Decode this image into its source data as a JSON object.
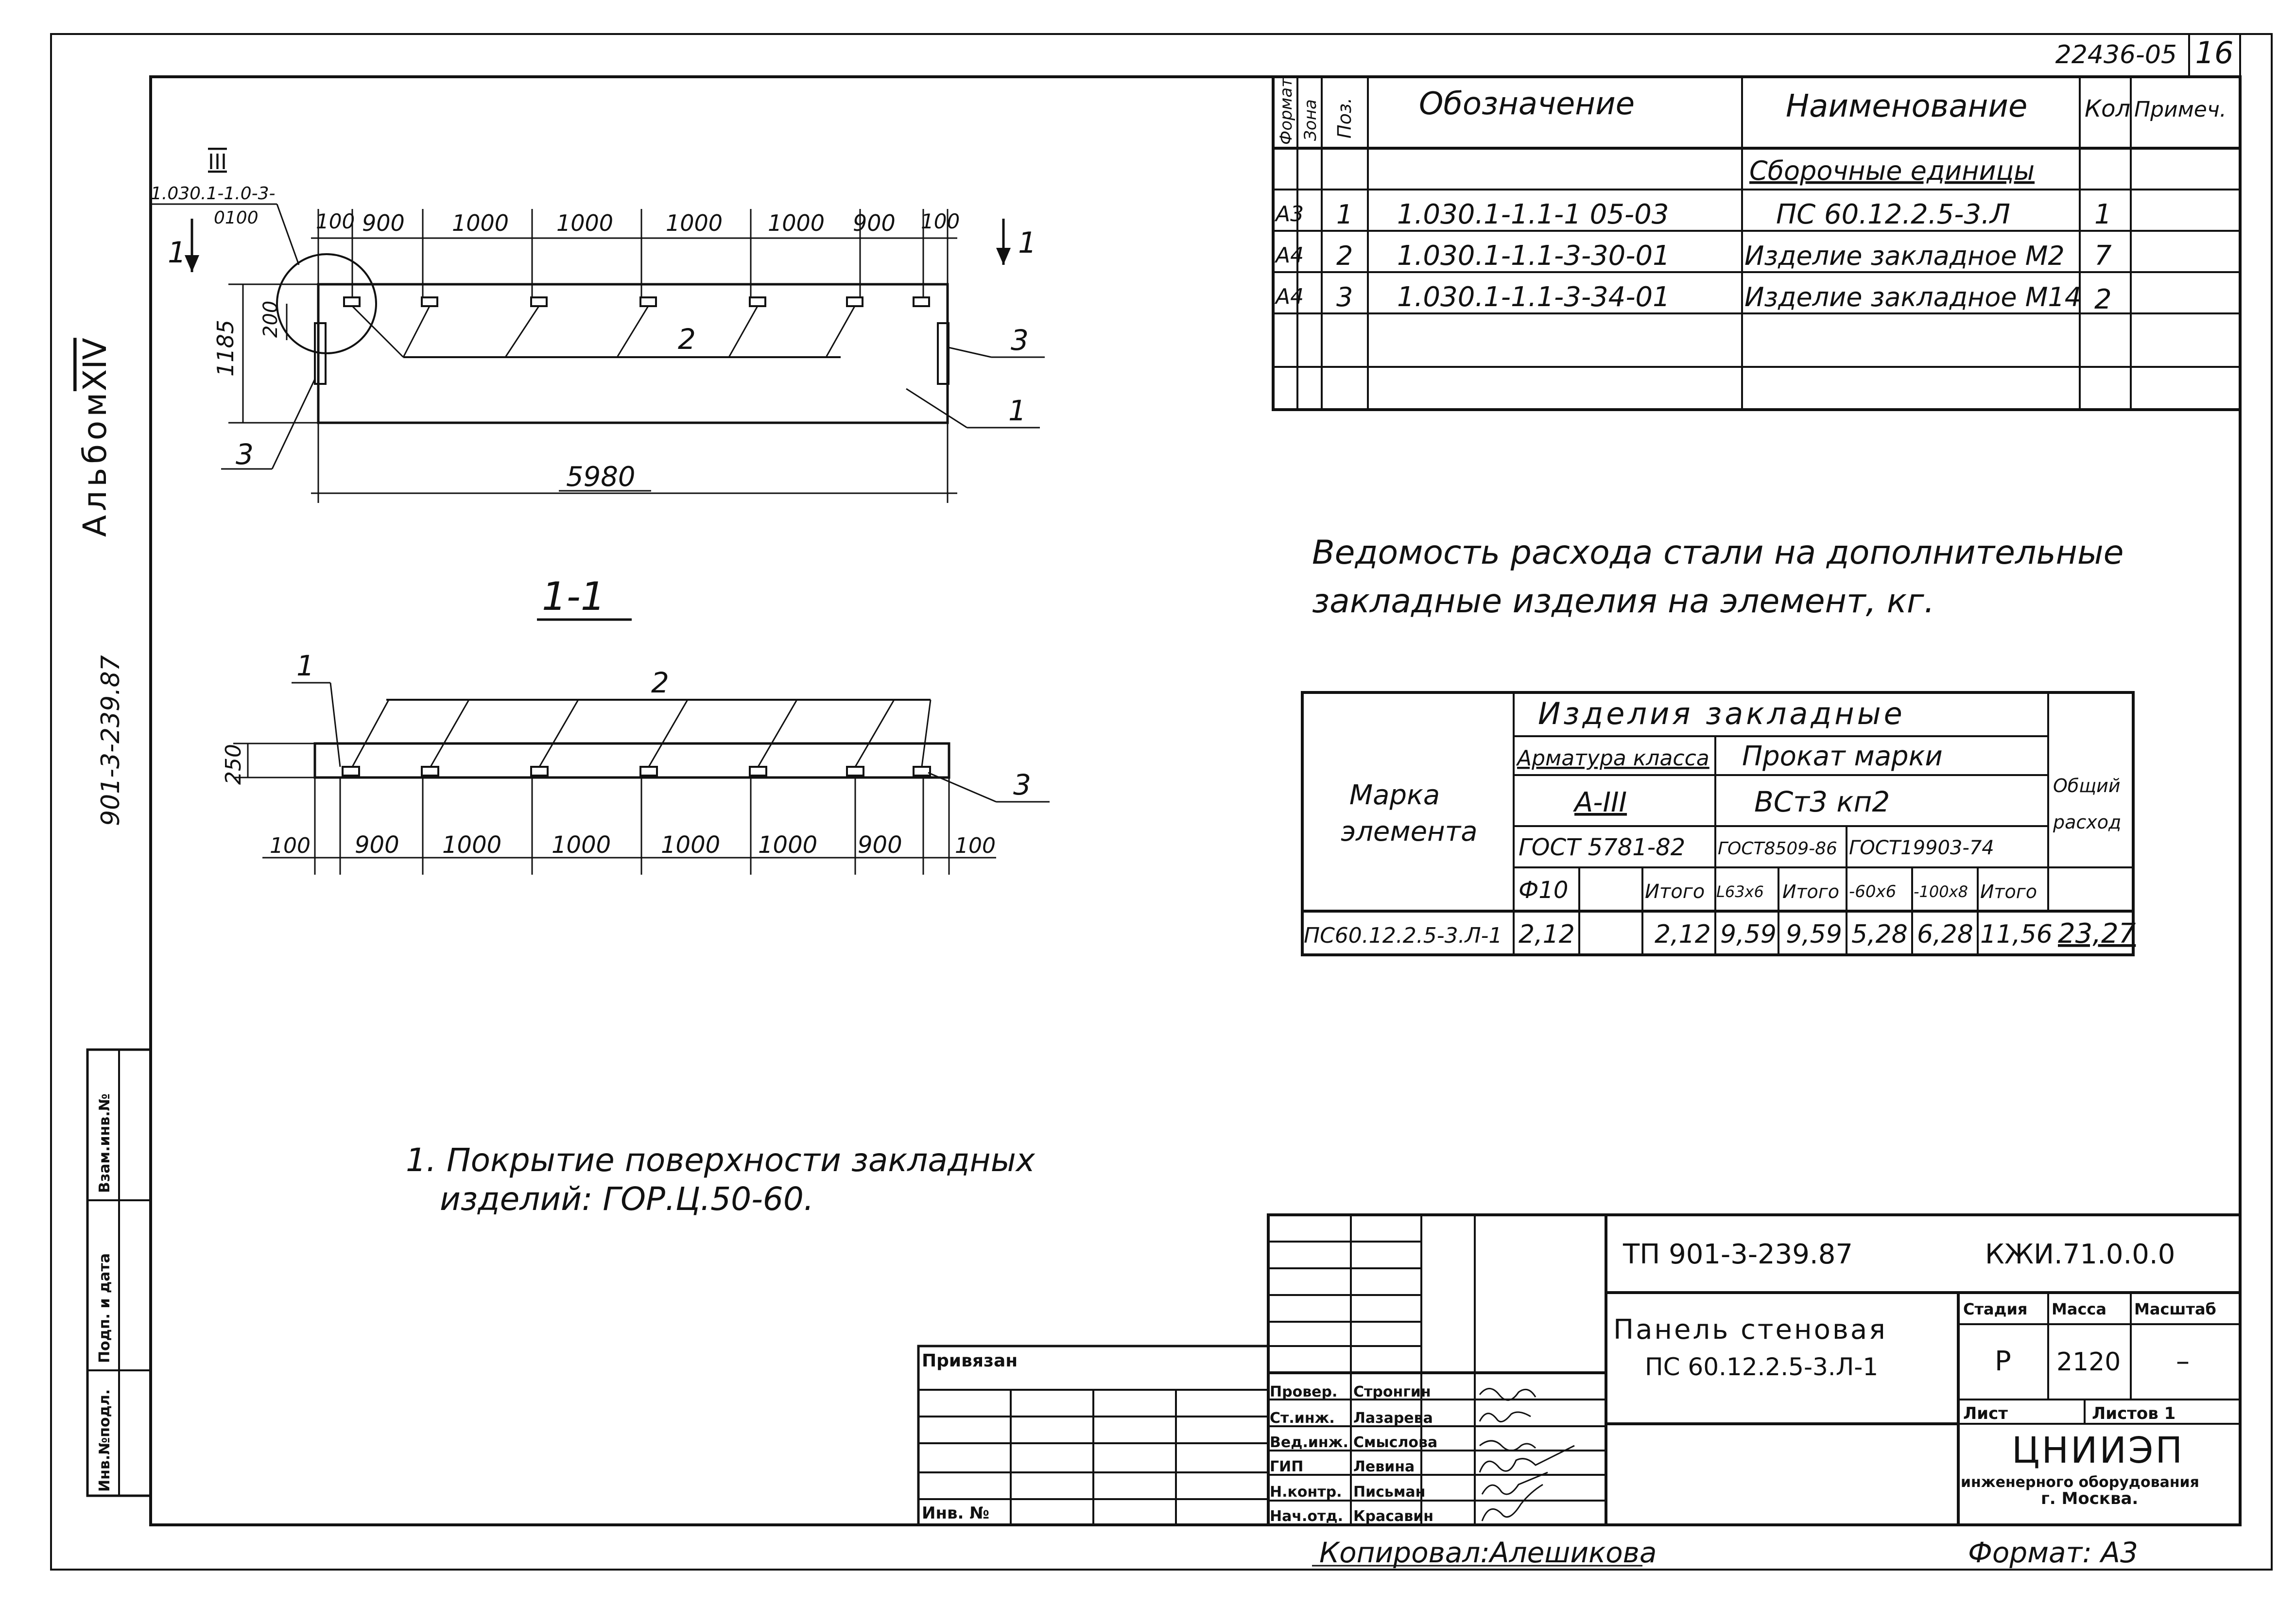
{
  "sheet": {
    "number": "16",
    "inventory_no": "22436-05",
    "album_label": "Альбом",
    "album_roman": "XIV",
    "side_code": "901-3-239.87",
    "copied_by": "Копировал:Алешикова",
    "format": "Формат: А3"
  },
  "plan": {
    "callout_roman": "III",
    "callout_ref_1": "1.030.1-1.0-3-",
    "callout_ref_2": "0100",
    "dims_top": [
      "100",
      "900",
      "1000",
      "1000",
      "1000",
      "1000",
      "900",
      "100"
    ],
    "height_1185": "1185",
    "height_200": "200",
    "length_5980": "5980",
    "pos_2": "2",
    "pos_3_right": "3",
    "pos_3_left": "3",
    "pos_1": "1",
    "section_mark_left": "1",
    "section_mark_right": "1"
  },
  "section": {
    "title": "1-1",
    "height_250": "250",
    "pos_1": "1",
    "pos_2": "2",
    "pos_3": "3",
    "dims_bottom": [
      "100",
      "900",
      "1000",
      "1000",
      "1000",
      "1000",
      "900",
      "100"
    ]
  },
  "spec": {
    "headers": [
      "Формат",
      "Зона",
      "Поз.",
      "Обозначение",
      "Наименование",
      "Кол",
      "Примеч."
    ],
    "group_title": "Сборочные единицы",
    "rows": [
      {
        "format": "А3",
        "pos": "1",
        "designation": "1.030.1-1.1-1  05-03",
        "name": "ПС 60.12.2.5-3.Л",
        "qty": "1"
      },
      {
        "format": "А4",
        "pos": "2",
        "designation": "1.030.1-1.1-3-30-01",
        "name": "Изделие закладное М2",
        "qty": "7"
      },
      {
        "format": "А4",
        "pos": "3",
        "designation": "1.030.1-1.1-3-34-01",
        "name": "Изделие закладное М14",
        "qty": "2"
      }
    ]
  },
  "steel": {
    "title_line1": "Ведомость расхода стали на дополнительные",
    "title_line2": "закладные изделия на элемент, кг.",
    "col_mark": "Марка элемента",
    "col_mark_1": "Марка",
    "col_mark_2": "элемента",
    "embedded": "Изделия закладные",
    "rebar_class": "Арматура класса",
    "rolled": "Прокат марки",
    "rebar_grade": "А-III",
    "rolled_grade": "ВСт3 кп2",
    "gost_rebar": "ГОСТ 5781-82",
    "gost_1": "ГОСТ8509-86",
    "gost_2": "ГОСТ19903-74",
    "total_col_1": "Общий",
    "total_col_2": "расход",
    "sub": [
      "Ф10",
      "",
      "Итого",
      "L63x6",
      "Итого",
      "-60x6",
      "-100x8",
      "Итого"
    ],
    "row_mark": "ПС60.12.2.5-3.Л-1",
    "row_values": [
      "2,12",
      "",
      "2,12",
      "9,59",
      "9,59",
      "5,28",
      "6,28",
      "11,56",
      "23,27"
    ]
  },
  "note": {
    "line1": "1. Покрытие поверхности закладных",
    "line2": "изделий: ГОР.Ц.50-60."
  },
  "left_stamp": [
    "Инв.№подл.",
    "Подп. и дата",
    "Взам.инв.№"
  ],
  "title_block": {
    "project": "ТП 901-3-239.87",
    "code": "КЖИ.71.0.0.0",
    "name_line1": "Панель стеновая",
    "name_line2": "ПС 60.12.2.5-3.Л-1",
    "stage_h": "Стадия",
    "mass_h": "Масса",
    "scale_h": "Масштаб",
    "stage": "Р",
    "mass": "2120",
    "scale": "–",
    "sheet_h": "Лист",
    "sheets_h": "Листов 1",
    "org_1": "ЦНИИЭП",
    "org_2": "инженерного оборудования",
    "org_3": "г. Москва.",
    "attached": "Привязан",
    "inv_no": "Инв. №",
    "signers": [
      {
        "role": "Провер.",
        "name": "Стронгин"
      },
      {
        "role": "Ст.инж.",
        "name": "Лазарева"
      },
      {
        "role": "Вед.инж.",
        "name": "Смыслова"
      },
      {
        "role": "ГИП",
        "name": "Левина"
      },
      {
        "role": "Н.контр.",
        "name": "Письман"
      },
      {
        "role": "Нач.отд.",
        "name": "Красавин"
      }
    ]
  }
}
